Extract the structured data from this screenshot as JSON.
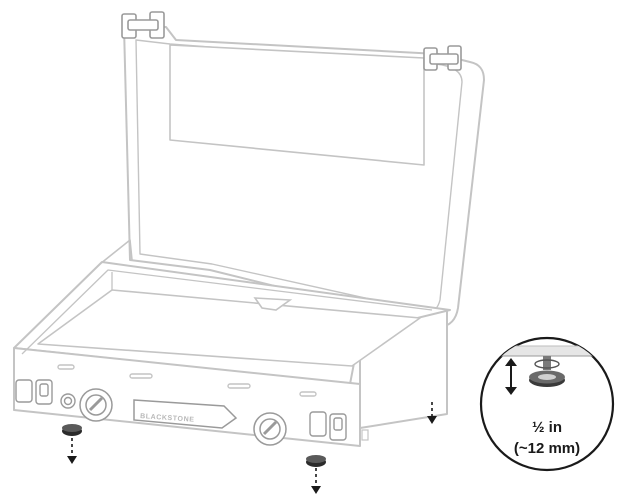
{
  "brand": {
    "text": "BLACKSTONE"
  },
  "callout": {
    "line1": "½ in",
    "line2": "(~12 mm)"
  },
  "colors": {
    "outline": "#c4c4c4",
    "fill": "#ffffff",
    "detail": "#9a9a9a",
    "arrow": "#1a1a1a",
    "foot": "#2b2b2b"
  }
}
